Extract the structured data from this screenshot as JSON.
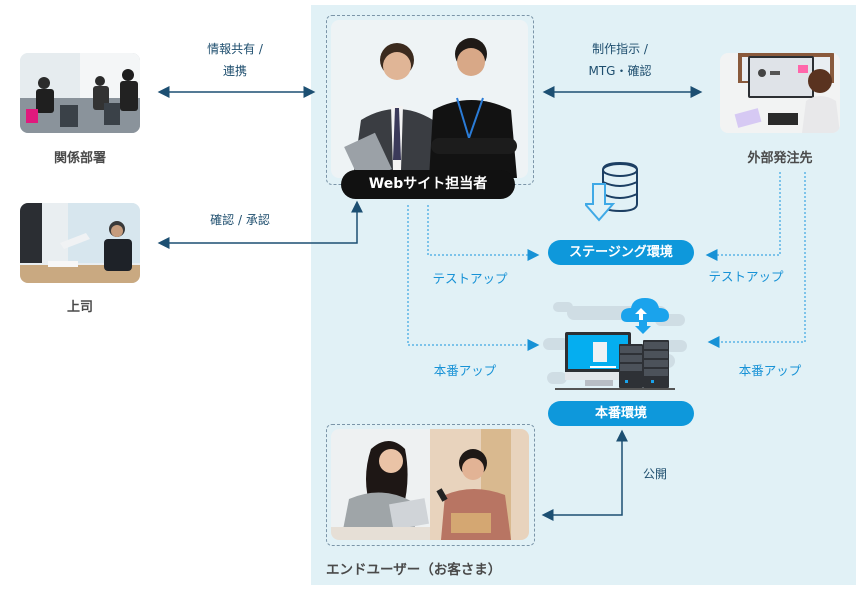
{
  "diagram": {
    "title_center": "Webサイト担当者",
    "nodes": {
      "related_dept": {
        "label": "関係部署",
        "image": "office-workers-photo"
      },
      "boss": {
        "label": "上司",
        "image": "manager-receiving-document-photo"
      },
      "web_manager": {
        "label": "Webサイト担当者",
        "image": "two-men-smiling-photo"
      },
      "vendor": {
        "label": "外部発注先",
        "image": "designer-at-computer-photo"
      },
      "staging": {
        "label": "ステージング環境",
        "icon": "database-download-icon"
      },
      "production": {
        "label": "本番環境",
        "icon": "server-cloud-icon"
      },
      "end_users": {
        "label": "エンドユーザー（お客さま）",
        "image": "customers-using-devices-photo"
      }
    },
    "edges": {
      "share": {
        "line1": "情報共有 /",
        "line2": "連携"
      },
      "instruct": {
        "line1": "制作指示 /",
        "line2": "MTG・確認"
      },
      "approve": {
        "label": "確認 / 承認"
      },
      "test_up_left": {
        "label": "テストアップ"
      },
      "test_up_right": {
        "label": "テストアップ"
      },
      "prod_up_left": {
        "label": "本番アップ"
      },
      "prod_up_right": {
        "label": "本番アップ"
      },
      "publish": {
        "label": "公開"
      }
    },
    "colors": {
      "panel_bg": "#e1f1f6",
      "solid_arrow": "#1c4f72",
      "dotted_arrow": "#1792d6",
      "pill_blue": "#0e98db",
      "pill_dark": "#111111",
      "text_dark": "#4a4a4a"
    }
  }
}
